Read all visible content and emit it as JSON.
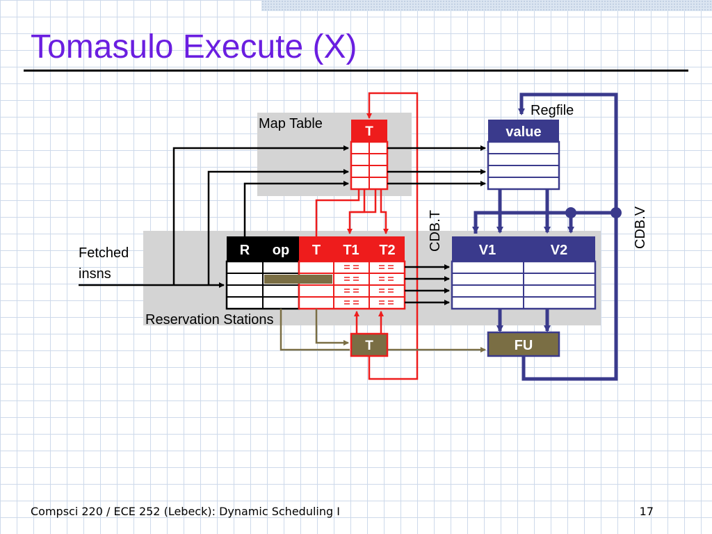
{
  "slide": {
    "title": "Tomasulo Execute (X)",
    "footer": "Compsci 220 / ECE 252 (Lebeck): Dynamic Scheduling I",
    "page_number": "17"
  },
  "diagram": {
    "map_table_label": "Map Table",
    "map_table_header": "T",
    "regfile_label": "Regfile",
    "regfile_header": "value",
    "cdb_t_label": "CDB.T",
    "cdb_v_label": "CDB.V",
    "fetched_label_line1": "Fetched",
    "fetched_label_line2": "insns",
    "rs_label": "Reservation Stations",
    "rs_headers": {
      "r": "R",
      "op": "op",
      "t": "T",
      "t1": "T1",
      "t2": "T2",
      "v1": "V1",
      "v2": "V2"
    },
    "tag_box_label": "T",
    "fu_label": "FU"
  },
  "colors": {
    "title": "#6a1ee0",
    "red": "#ee1c1c",
    "navy": "#3a3a8c",
    "olive": "#7a6e44",
    "gray_panel": "#d4d4d4"
  }
}
